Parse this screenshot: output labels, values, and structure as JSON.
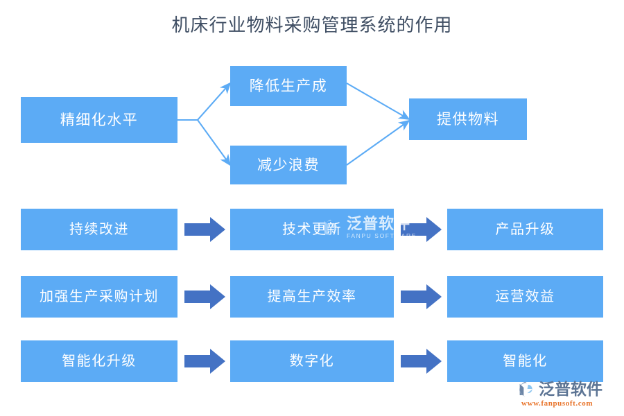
{
  "page": {
    "title": "机床行业物料采购管理系统的作用",
    "background_color": "#ffffff",
    "title_color": "#3f4e63"
  },
  "theme": {
    "node_fill": "#5cabf5",
    "node_text": "#ffffff",
    "connector_line": "#5cabf5",
    "block_arrow": "#4472c4"
  },
  "top_diagram": {
    "source": {
      "label": "精细化水平"
    },
    "branches": [
      {
        "label": "降低生产成"
      },
      {
        "label": "减少浪费"
      }
    ],
    "target": {
      "label": "提供物料"
    }
  },
  "flows": [
    {
      "steps": [
        {
          "label": "持续改进"
        },
        {
          "label": "技术更新"
        },
        {
          "label": "产品升级"
        }
      ]
    },
    {
      "steps": [
        {
          "label": "加强生产采购计划"
        },
        {
          "label": "提高生产效率"
        },
        {
          "label": "运营效益"
        }
      ]
    },
    {
      "steps": [
        {
          "label": "智能化升级"
        },
        {
          "label": "数字化"
        },
        {
          "label": "智能化"
        }
      ]
    }
  ],
  "watermark": {
    "cn": "泛普软件",
    "en": "FANPU SOFTWARE"
  },
  "brand": {
    "cn": "泛普软件",
    "url": "www.fanpusoft.com",
    "mark_color": "#5c7494",
    "url_color": "#e8732a"
  }
}
